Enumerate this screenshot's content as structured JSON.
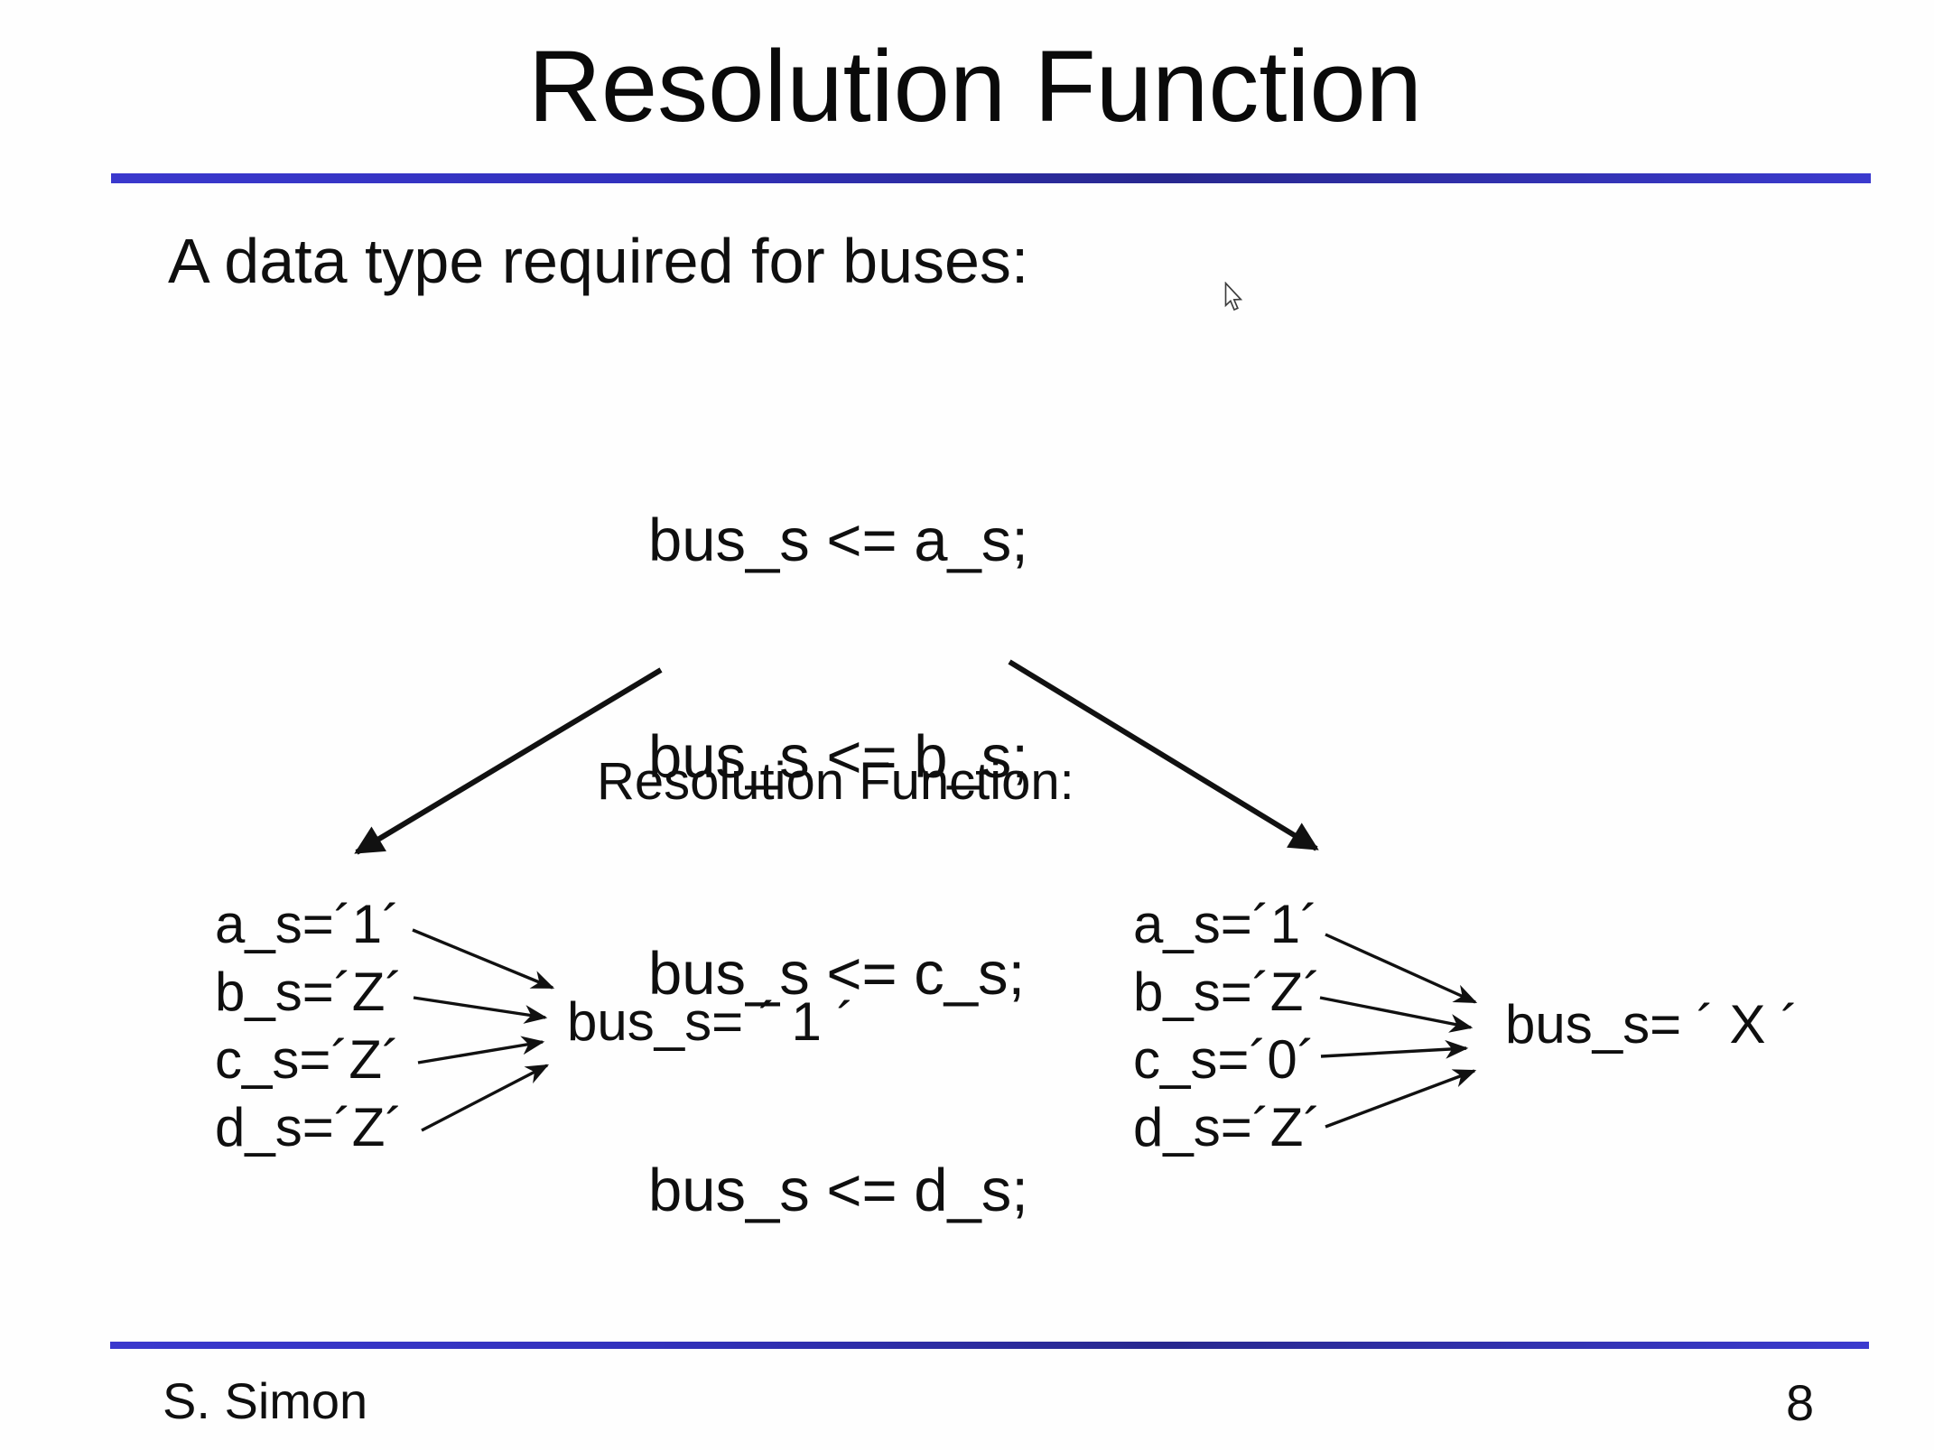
{
  "slide": {
    "title": "Resolution Function",
    "subtitle": "A data type required for buses:",
    "code": {
      "lines": [
        "bus_s <= a_s;",
        "bus_s <= b_s;",
        "bus_s <= c_s;",
        "bus_s <= d_s;"
      ]
    },
    "resolution_label": "Resolution Function:",
    "left_case": {
      "assignments": [
        "a_s=´1´",
        "b_s=´Z´",
        "c_s=´Z´",
        "d_s=´Z´"
      ],
      "result": "bus_s= ´ 1 ´"
    },
    "right_case": {
      "assignments": [
        "a_s=´1´",
        "b_s=´Z´",
        "c_s=´0´",
        "d_s=´Z´"
      ],
      "result": "bus_s= ´ X ´"
    },
    "footer": {
      "author": "S. Simon",
      "page_number": "8"
    },
    "colors": {
      "rule_blue": "#3434c8",
      "text_black": "#0f0f0f",
      "background": "#fefefe"
    }
  }
}
